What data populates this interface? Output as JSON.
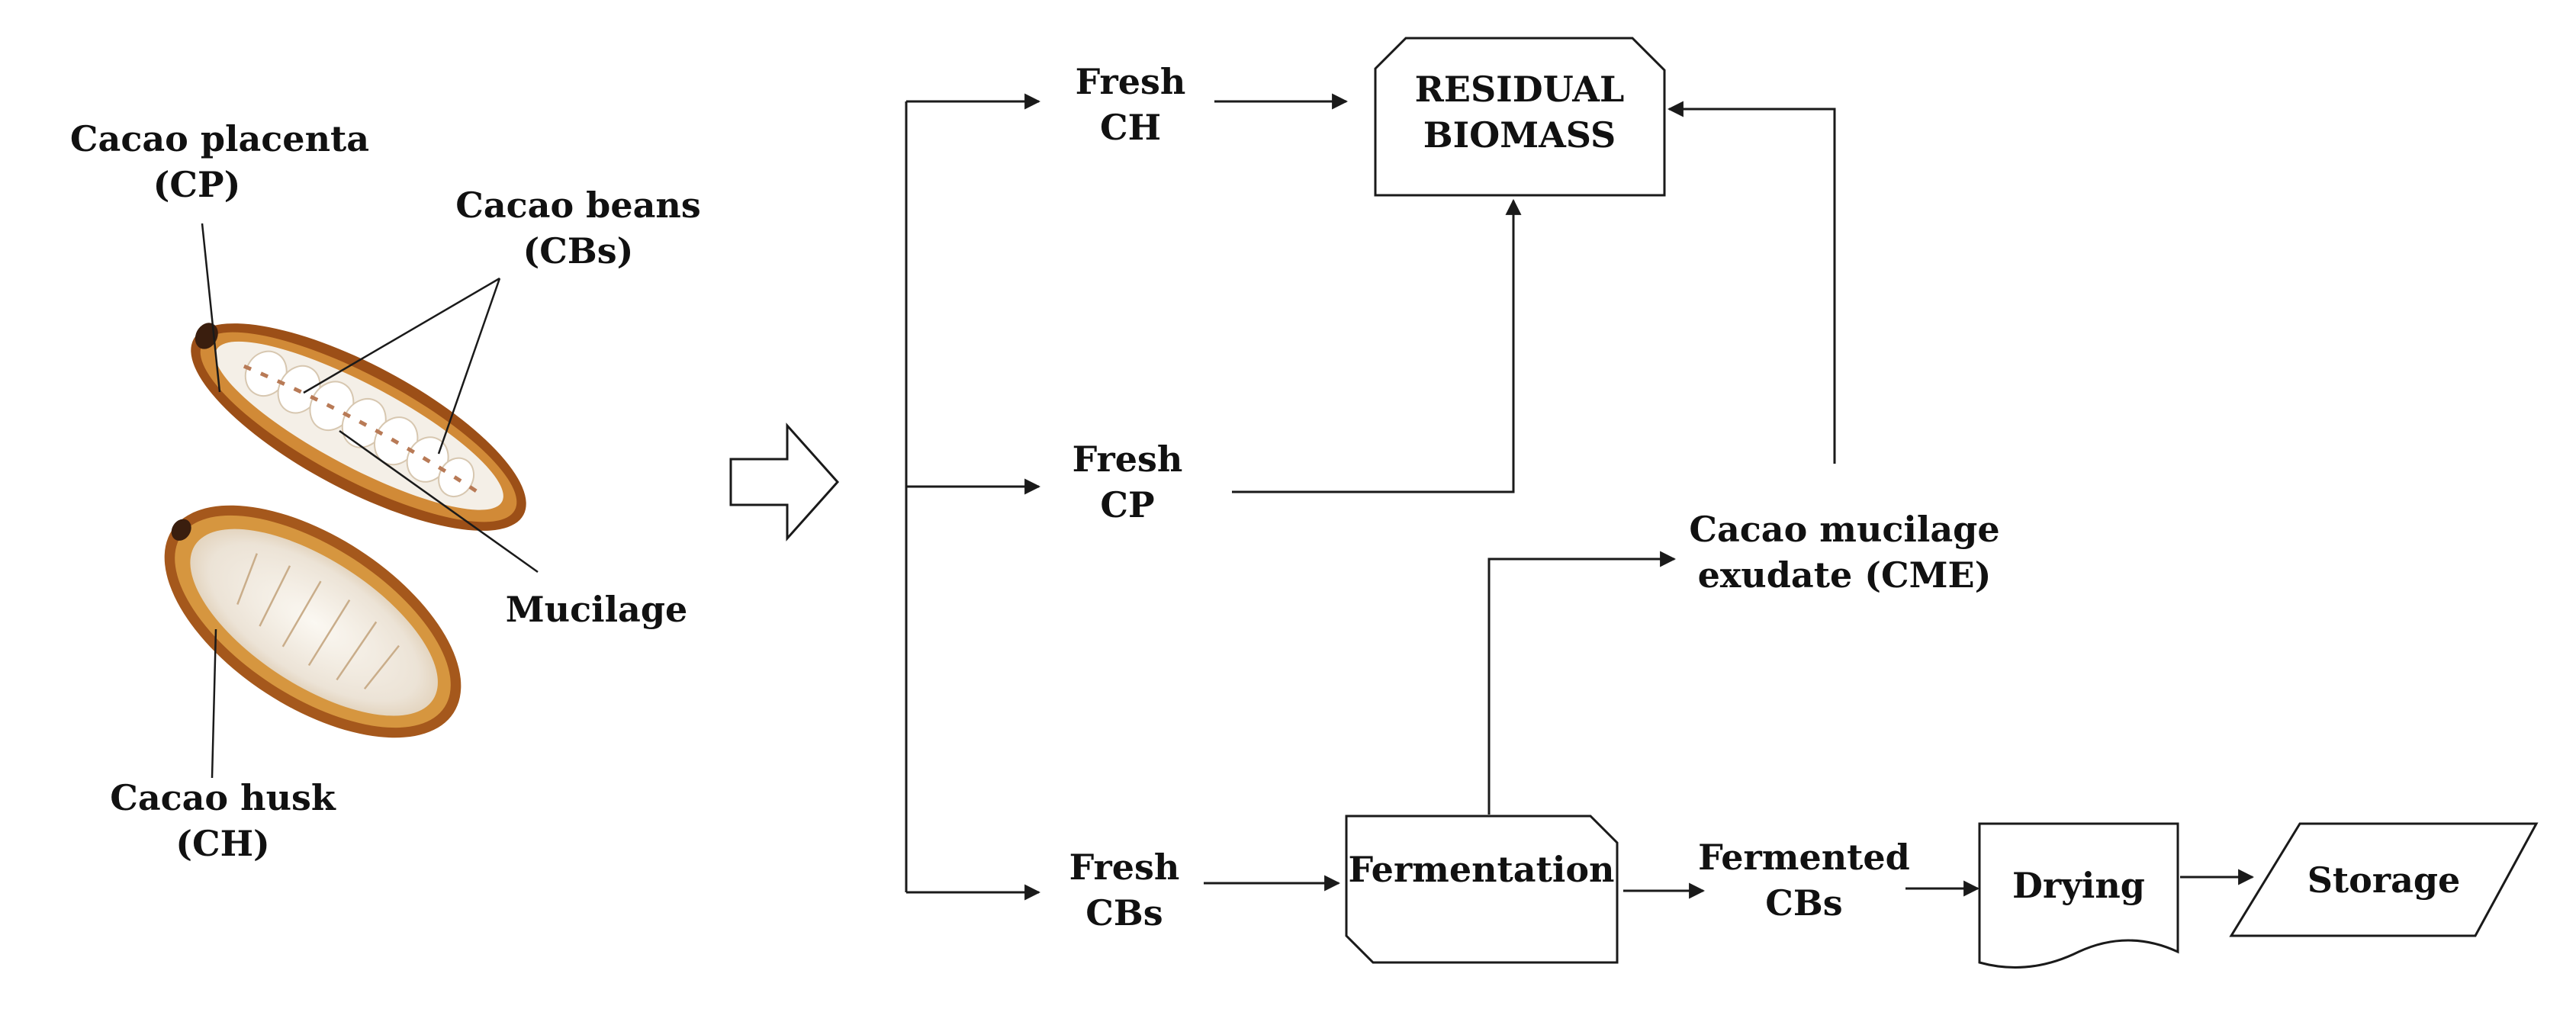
{
  "pod_labels": {
    "placenta": [
      "Cacao placenta",
      "(CP)"
    ],
    "beans": [
      "Cacao beans",
      "(CBs)"
    ],
    "mucilage": "Mucilage",
    "husk": [
      "Cacao husk",
      "(CH)"
    ]
  },
  "flow": {
    "fresh_ch": [
      "Fresh",
      "CH"
    ],
    "fresh_cp": [
      "Fresh",
      "CP"
    ],
    "fresh_cbs": [
      "Fresh",
      "CBs"
    ],
    "residual_biomass": [
      "RESIDUAL",
      "BIOMASS"
    ],
    "cme": [
      "Cacao mucilage",
      "exudate (CME)"
    ],
    "fermentation": "Fermentation",
    "fermented_cbs": [
      "Fermented",
      "CBs"
    ],
    "drying": "Drying",
    "storage": "Storage"
  },
  "colors": {
    "ink": "#111111",
    "husk_outer": "#a5581c",
    "husk_edge": "#d08a34",
    "pulp": "#f5f1ea"
  }
}
